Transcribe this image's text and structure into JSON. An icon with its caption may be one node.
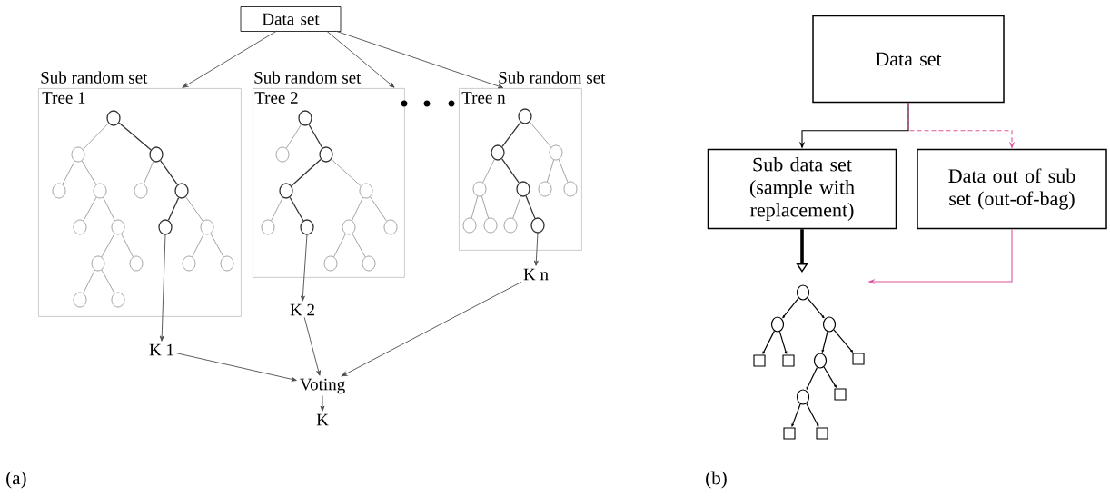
{
  "diagram": {
    "nodes": [
      {
        "text": [
          "Data set"
        ]
      },
      {
        "text": [
          "Sub random set",
          "Tree 1"
        ]
      },
      {
        "text": [
          "Sub random set",
          "Tree 2"
        ]
      },
      {
        "text": [
          "Sub random set",
          "Tree n"
        ]
      },
      {
        "text": [
          "K 1"
        ]
      },
      {
        "text": [
          "K 2"
        ]
      },
      {
        "text": [
          "K n"
        ]
      },
      {
        "text": [
          "Voting"
        ]
      },
      {
        "text": [
          "K"
        ]
      },
      {
        "text": [
          "Data set"
        ]
      },
      {
        "text": [
          "Sub data set (sample with replacement)"
        ]
      },
      {
        "text": [
          "Data out of sub set (out-of-bag)"
        ]
      },
      {
        "text": [],
        "shape": "tree"
      }
    ],
    "edges": [
      {
        "from": 0,
        "to": 1,
        "arrow": "to"
      },
      {
        "from": 0,
        "to": 2,
        "arrow": "to"
      },
      {
        "from": 0,
        "to": 3,
        "arrow": "to"
      },
      {
        "from": 1,
        "to": 4,
        "arrow": "to"
      },
      {
        "from": 2,
        "to": 5,
        "arrow": "to"
      },
      {
        "from": 3,
        "to": 6,
        "arrow": "to"
      },
      {
        "from": 4,
        "to": 7,
        "arrow": "to"
      },
      {
        "from": 5,
        "to": 7,
        "arrow": "to"
      },
      {
        "from": 6,
        "to": 7,
        "arrow": "to"
      },
      {
        "from": 7,
        "to": 8,
        "arrow": "to"
      },
      {
        "from": 9,
        "to": 10,
        "arrow": "to"
      },
      {
        "from": 9,
        "to": 11,
        "arrow": "to",
        "style": "dashed",
        "color": "#e0559b"
      },
      {
        "from": 10,
        "to": 12,
        "arrow": "to",
        "style": "thick"
      },
      {
        "from": 11,
        "to": 12,
        "arrow": "to",
        "color": "#e0559b"
      }
    ],
    "labels": [
      "(a)",
      "(b)"
    ]
  }
}
